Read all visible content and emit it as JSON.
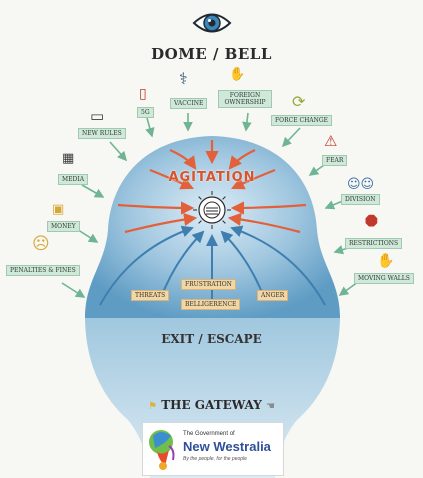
{
  "header": {
    "title": "DOME / BELL",
    "eye_icon": "eye-icon"
  },
  "center": {
    "label": "AGITATION",
    "core_icon": "radial-core-icon"
  },
  "outer_labels": {
    "penalties": "PENALTIES & FINES",
    "money": "MONEY",
    "media": "MEDIA",
    "new_rules": "NEW RULES",
    "five_g": "5G",
    "vaccine": "VACCINE",
    "foreign_ownership": "FOREIGN OWNERSHIP",
    "force_change": "FORCE CHANGE",
    "fear": "FEAR",
    "division": "DIVISION",
    "restrictions": "RESTRICTIONS",
    "moving_walls": "MOVING WALLS"
  },
  "inner_labels": {
    "threats": "THREATS",
    "frustration": "FRUSTRATION",
    "belligerence": "BELLIGERENCE",
    "anger": "ANGER"
  },
  "exit": {
    "label": "EXIT / ESCAPE"
  },
  "gateway": {
    "label": "THE GATEWAY"
  },
  "logo": {
    "line1": "The Government of",
    "line2": "New Westralia",
    "line3": "By the people, for the people"
  },
  "colors": {
    "dome_blue": "#6fa8cc",
    "dome_light": "#bcd9ec",
    "lower_blue": "#a9cde2",
    "arrow_red": "#e2603a",
    "arrow_green": "#7fc0a0",
    "arrow_blue": "#3f7fb0",
    "agitation_red": "#d9542c"
  }
}
